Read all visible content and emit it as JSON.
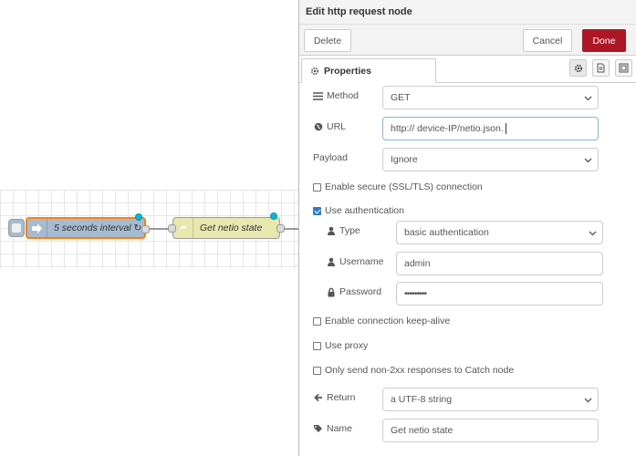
{
  "workspace": {
    "inject_node_label": "5 seconds interval ↻",
    "http_node_label": "Get netio state"
  },
  "tray": {
    "title": "Edit http request node",
    "delete_label": "Delete",
    "cancel_label": "Cancel",
    "done_label": "Done",
    "tab_properties": "Properties",
    "accent_color": "#ad1625"
  },
  "form": {
    "method": {
      "label": "Method",
      "value": "GET"
    },
    "url": {
      "label": "URL",
      "value": "http:// device-IP/netio.json."
    },
    "payload": {
      "label": "Payload",
      "value": "Ignore"
    },
    "enable_tls": {
      "label": "Enable secure (SSL/TLS) connection",
      "checked": false
    },
    "use_auth": {
      "label": "Use authentication",
      "checked": true
    },
    "type": {
      "label": "Type",
      "value": "basic authentication"
    },
    "username": {
      "label": "Username",
      "value": "admin"
    },
    "password": {
      "label": "Password",
      "value": "•••••••••"
    },
    "keep_alive": {
      "label": "Enable connection keep-alive",
      "checked": false
    },
    "use_proxy": {
      "label": "Use proxy",
      "checked": false
    },
    "non2xx": {
      "label": "Only send non-2xx responses to Catch node",
      "checked": false
    },
    "return": {
      "label": "Return",
      "value": "a UTF-8 string"
    },
    "name": {
      "label": "Name",
      "value": "Get netio state"
    }
  }
}
